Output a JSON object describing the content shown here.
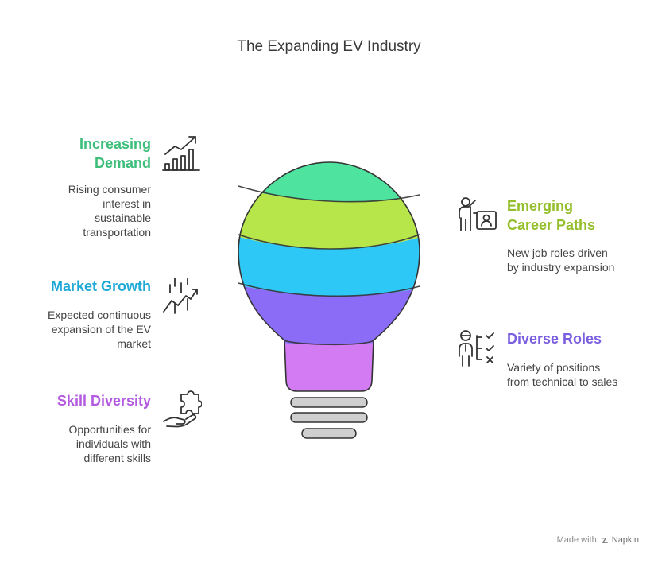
{
  "title": "The Expanding EV Industry",
  "items": [
    {
      "heading": "Increasing Demand",
      "line1": "Increasing",
      "line2": "Demand",
      "description": "Rising consumer interest in sustainable transportation",
      "color": "#3DBE7A"
    },
    {
      "heading": "Market Growth",
      "description": "Expected continuous expansion of the EV market",
      "color": "#1FA9D6"
    },
    {
      "heading": "Skill Diversity",
      "description": "Opportunities for individuals with different skills",
      "color": "#B35BE0"
    },
    {
      "heading": "Emerging Career Paths",
      "line1": "Emerging",
      "line2": "Career Paths",
      "description": "New job roles driven by industry expansion",
      "color": "#94BE2A"
    },
    {
      "heading": "Diverse Roles",
      "description": "Variety of positions from technical to sales",
      "color": "#7A5EE0"
    }
  ],
  "bulb_colors": [
    "#4FE3A0",
    "#B6E64A",
    "#2EC8F7",
    "#8B6CF7",
    "#D27BF2"
  ],
  "icons": [
    "trend-chart-icon",
    "market-growth-icon",
    "puzzle-hand-icon",
    "presenter-icon",
    "person-checklist-icon"
  ],
  "footer": {
    "prefix": "Made with",
    "brand": "Napkin"
  }
}
